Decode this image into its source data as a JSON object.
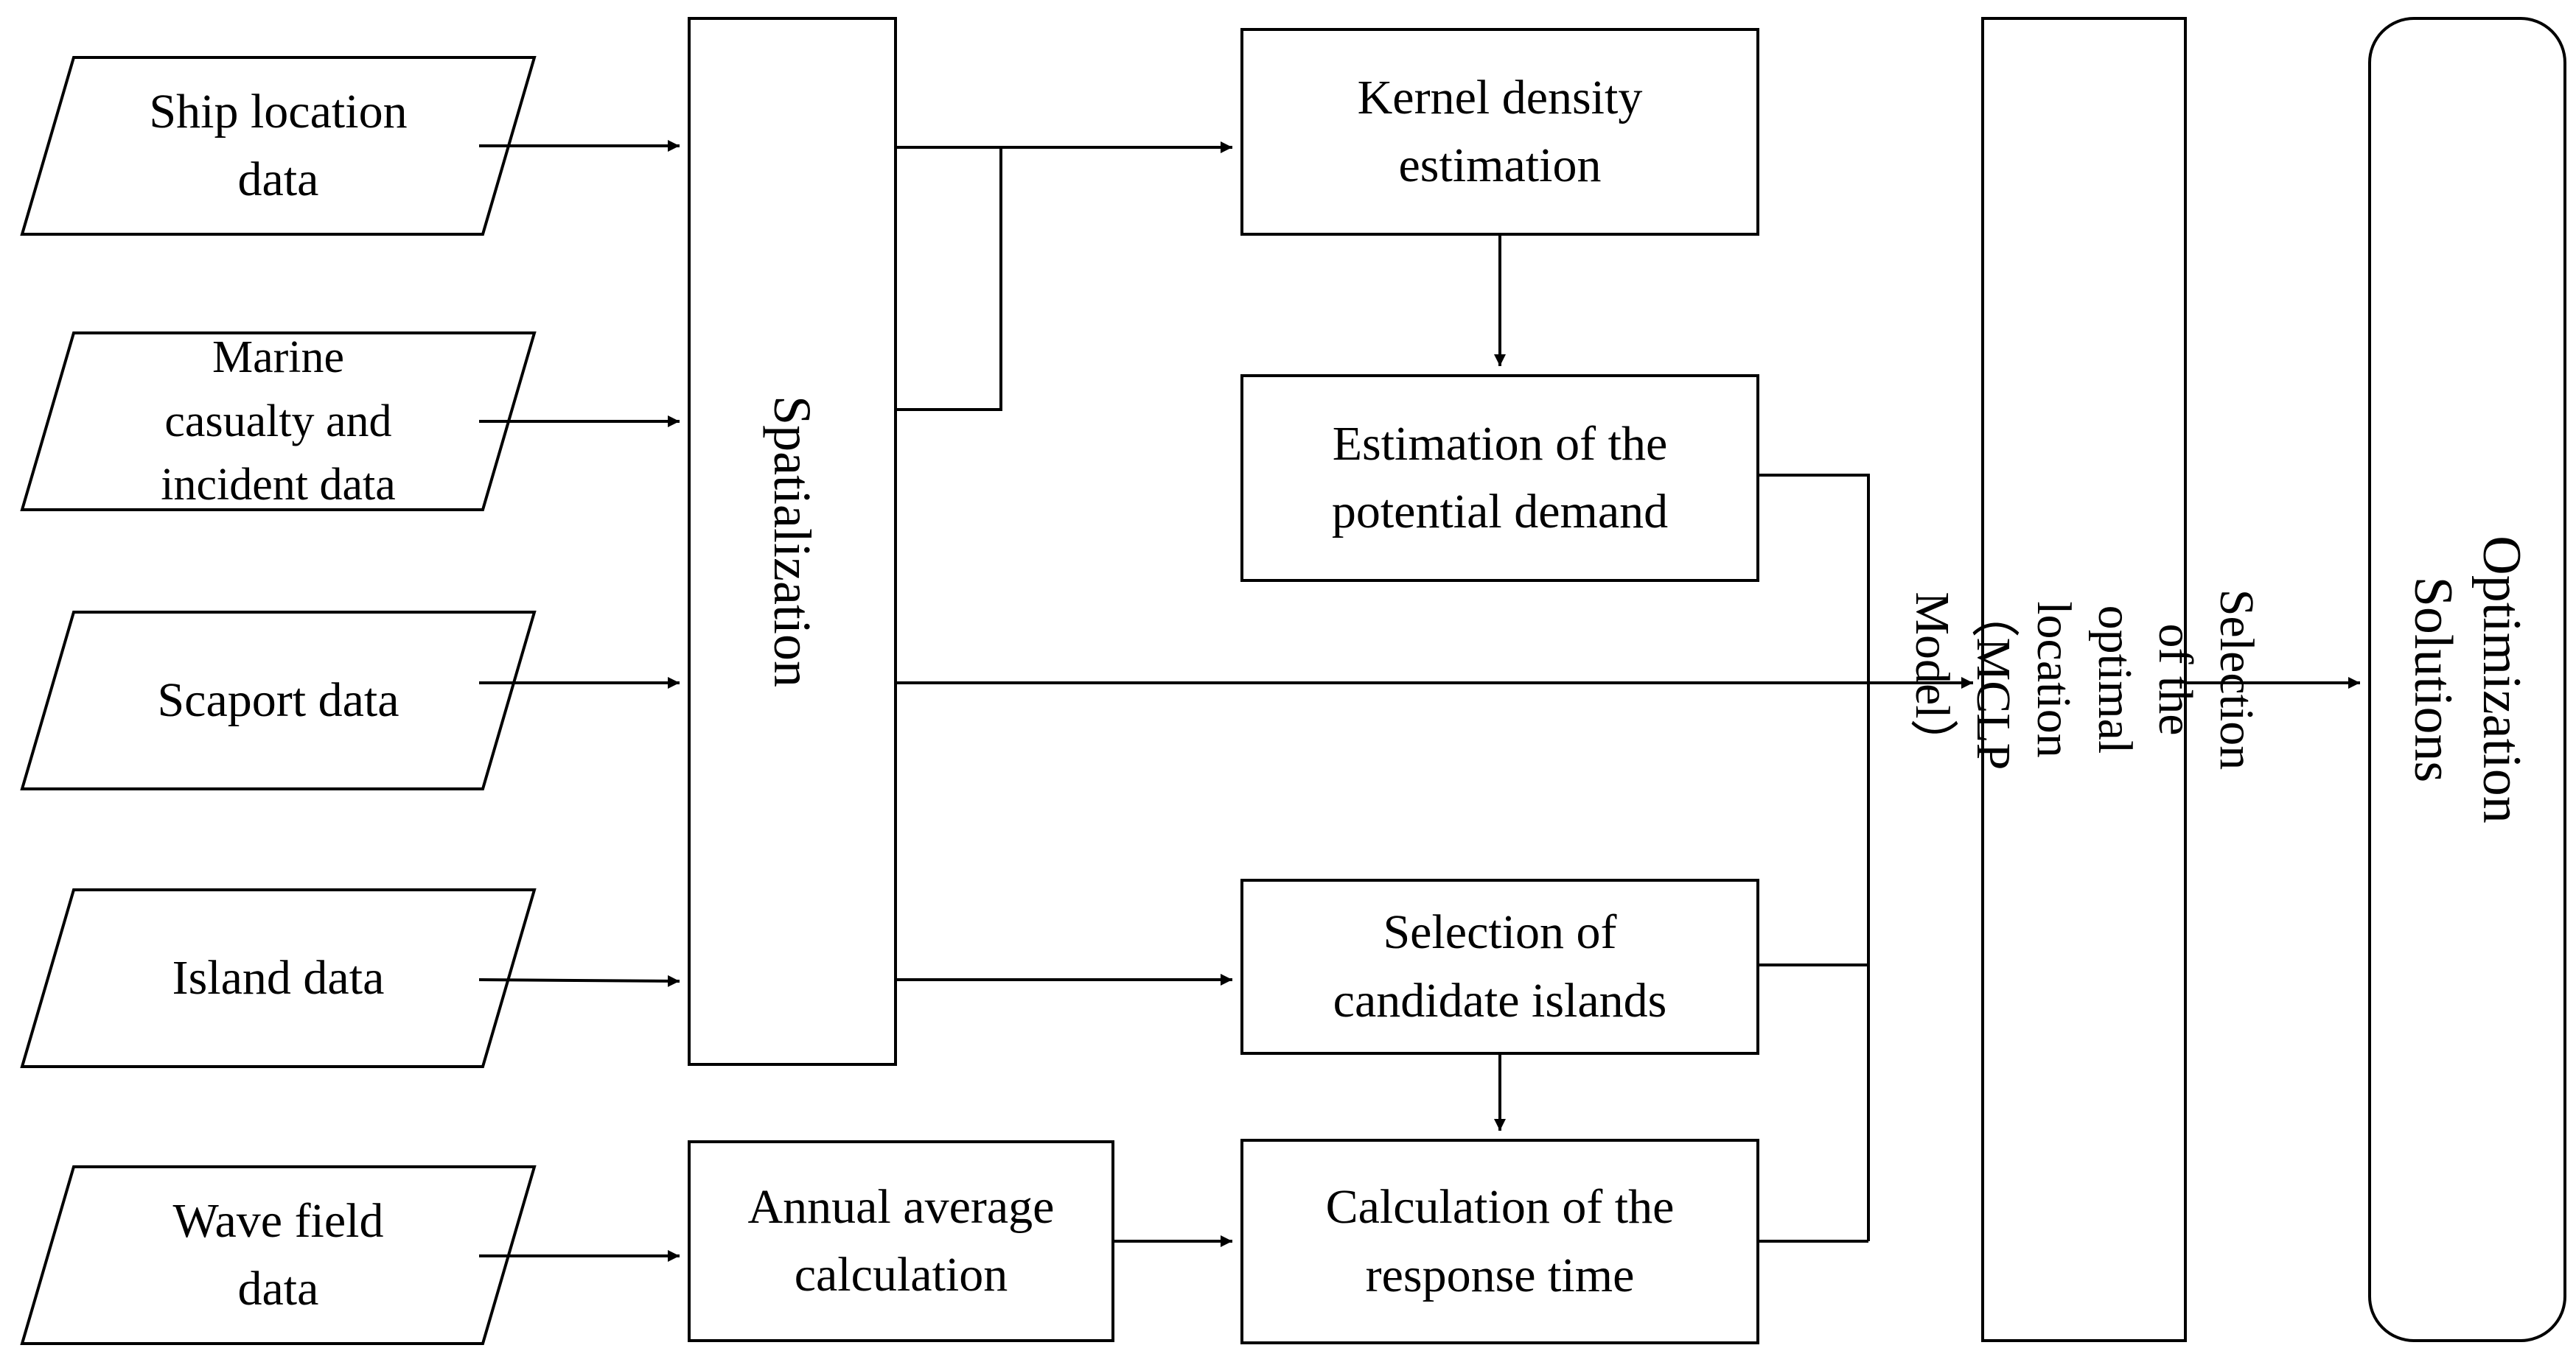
{
  "colors": {
    "stroke": "#000000",
    "background": "#ffffff",
    "text": "#000000"
  },
  "diagram": {
    "nodes": [
      {
        "id": "ship",
        "shape": "parallelogram",
        "label": "Ship location\ndata"
      },
      {
        "id": "marine",
        "shape": "parallelogram",
        "label": "Marine\ncasualty and\nincident data"
      },
      {
        "id": "seaport",
        "shape": "parallelogram",
        "label": "Scaport data"
      },
      {
        "id": "island",
        "shape": "parallelogram",
        "label": "Island data"
      },
      {
        "id": "wave",
        "shape": "parallelogram",
        "label": "Wave field\ndata"
      },
      {
        "id": "spatial",
        "shape": "rect",
        "label": "Spatialization",
        "vertical": true
      },
      {
        "id": "annual",
        "shape": "rect",
        "label": "Annual average\ncalculation"
      },
      {
        "id": "kernel",
        "shape": "rect",
        "label": "Kernel density\nestimation"
      },
      {
        "id": "demand",
        "shape": "rect",
        "label": "Estimation of the\npotential demand"
      },
      {
        "id": "candidate",
        "shape": "rect",
        "label": "Selection of\ncandidate islands"
      },
      {
        "id": "response",
        "shape": "rect",
        "label": "Calculation of the\nresponse time"
      },
      {
        "id": "mclp",
        "shape": "rect",
        "label": "Selection of the optimal location\n（MCLP Model）",
        "vertical": true
      },
      {
        "id": "solutions",
        "shape": "rounded",
        "label": "Optimization Solutions",
        "vertical": true
      }
    ],
    "edges": [
      {
        "from": "ship",
        "to": "spatial"
      },
      {
        "from": "marine",
        "to": "spatial"
      },
      {
        "from": "seaport",
        "to": "spatial"
      },
      {
        "from": "island",
        "to": "spatial"
      },
      {
        "from": "wave",
        "to": "annual"
      },
      {
        "from": "spatial",
        "to": "kernel"
      },
      {
        "from": "spatial",
        "to": "kernel",
        "note": "merge from lower branch"
      },
      {
        "from": "kernel",
        "to": "demand"
      },
      {
        "from": "spatial",
        "to": "mclp"
      },
      {
        "from": "spatial",
        "to": "candidate"
      },
      {
        "from": "candidate",
        "to": "response"
      },
      {
        "from": "annual",
        "to": "response"
      },
      {
        "from": "demand",
        "to": "mclp",
        "note": "via bus"
      },
      {
        "from": "candidate",
        "to": "mclp",
        "note": "via bus"
      },
      {
        "from": "response",
        "to": "mclp",
        "note": "via bus"
      },
      {
        "from": "mclp",
        "to": "solutions"
      }
    ]
  }
}
